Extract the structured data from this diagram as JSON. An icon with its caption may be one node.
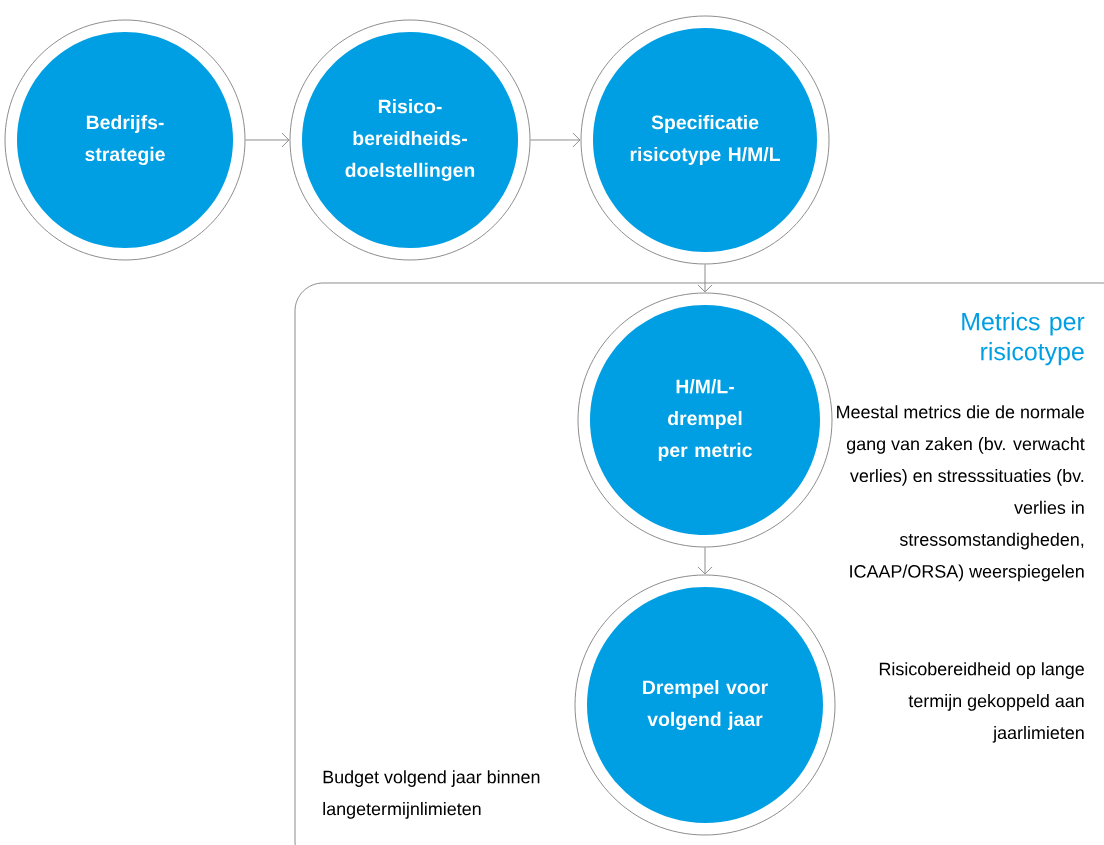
{
  "diagram": {
    "nodes": [
      {
        "text": [
          "Bedrijfs- strategie"
        ]
      },
      {
        "text": [
          "Risico- bereidheids- doelstellingen"
        ]
      },
      {
        "text": [
          "Specificatie risicotype H/M/L"
        ]
      },
      {
        "text": [
          "Metrics per risicotype"
        ]
      },
      {
        "text": [
          "H/M/L- drempel per metric"
        ],
        "in": 3,
        "beside": [
          "Meestal metrics die de normale gang van zaken (bv. verwacht verlies) en stresssituaties (bv. verlies in stressomstandigheden, ICAAP/ORSA) weerspiegelen"
        ]
      },
      {
        "text": [
          "Drempel voor volgend jaar"
        ],
        "in": 3,
        "beside": [
          "Risicobereidheid op lange termijn gekoppeld aan jaarlimieten"
        ]
      }
    ],
    "edges": [
      {
        "from": 0,
        "to": 1,
        "arrow": "to"
      },
      {
        "from": 1,
        "to": 2,
        "arrow": "to"
      },
      {
        "from": 2,
        "to": 4,
        "arrow": "to"
      },
      {
        "from": 4,
        "to": 5,
        "arrow": "to"
      }
    ],
    "labels": [
      "Budget volgend jaar binnen langetermijnlimieten"
    ]
  }
}
